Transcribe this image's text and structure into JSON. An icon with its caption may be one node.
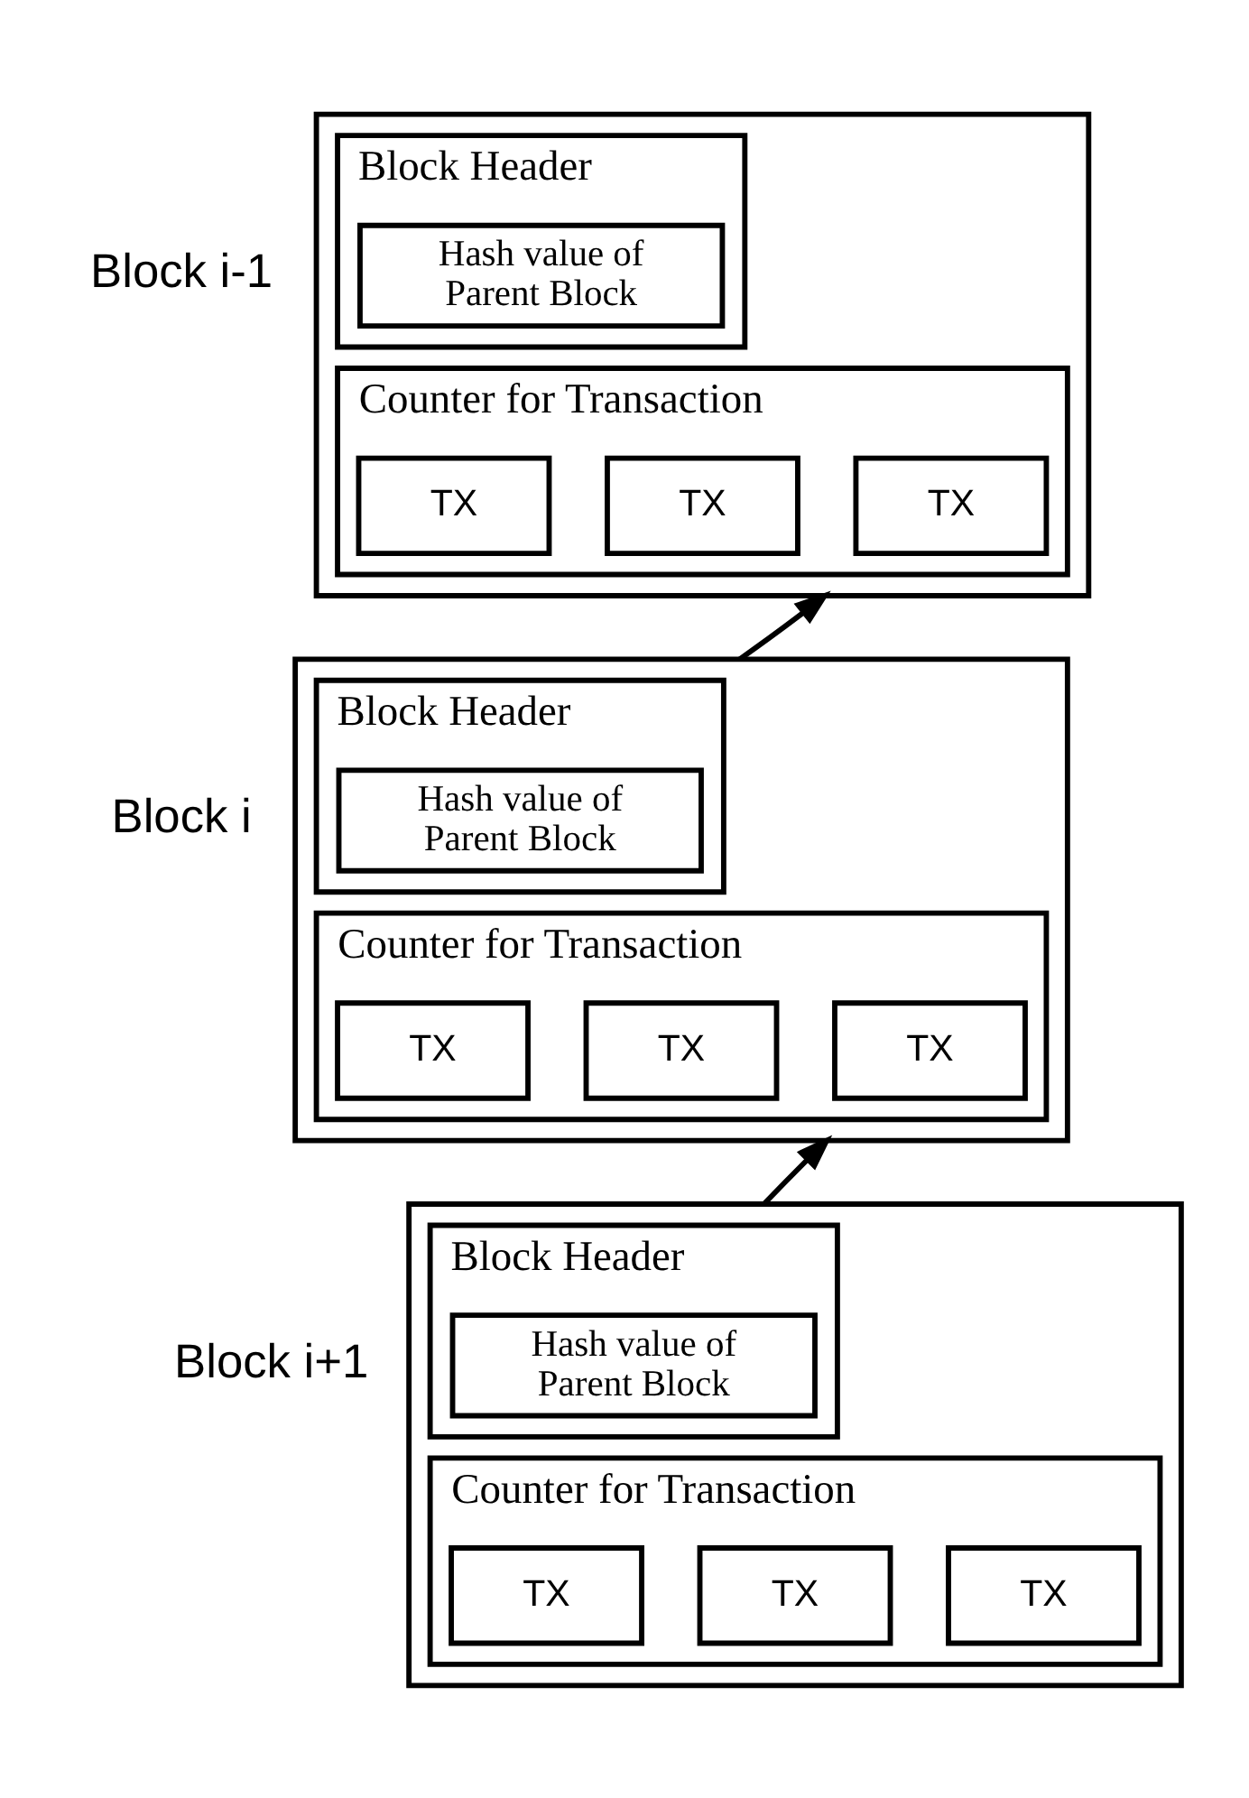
{
  "diagram": {
    "nodes": [
      {
        "text": [],
        "shape": "box",
        "beside": [
          "Block i-1"
        ]
      },
      {
        "text": [
          "Block Header"
        ],
        "in": 0
      },
      {
        "text": [
          "Hash value of Parent Block"
        ],
        "in": 1
      },
      {
        "text": [
          "Counter for Transaction"
        ],
        "in": 0
      },
      {
        "text": [
          "TX"
        ],
        "in": 3
      },
      {
        "text": [
          "TX"
        ],
        "in": 3
      },
      {
        "text": [
          "TX"
        ],
        "in": 3
      },
      {
        "text": [],
        "shape": "box",
        "beside": [
          "Block i"
        ]
      },
      {
        "text": [
          "Block Header"
        ],
        "in": 7
      },
      {
        "text": [
          "Hash value of Parent Block"
        ],
        "in": 8
      },
      {
        "text": [
          "Counter for Transaction"
        ],
        "in": 7
      },
      {
        "text": [
          "TX"
        ],
        "in": 10
      },
      {
        "text": [
          "TX"
        ],
        "in": 10
      },
      {
        "text": [
          "TX"
        ],
        "in": 10
      },
      {
        "text": [],
        "shape": "box",
        "beside": [
          "Block i+1"
        ]
      },
      {
        "text": [
          "Block Header"
        ],
        "in": 14
      },
      {
        "text": [
          "Hash value of Parent Block"
        ],
        "in": 15
      },
      {
        "text": [
          "Counter for Transaction"
        ],
        "in": 14
      },
      {
        "text": [
          "TX"
        ],
        "in": 17
      },
      {
        "text": [
          "TX"
        ],
        "in": 17
      },
      {
        "text": [
          "TX"
        ],
        "in": 17
      }
    ],
    "edges": [
      {
        "from": 7,
        "to": 0,
        "arrow": "to"
      },
      {
        "from": 14,
        "to": 7,
        "arrow": "to"
      }
    ]
  }
}
